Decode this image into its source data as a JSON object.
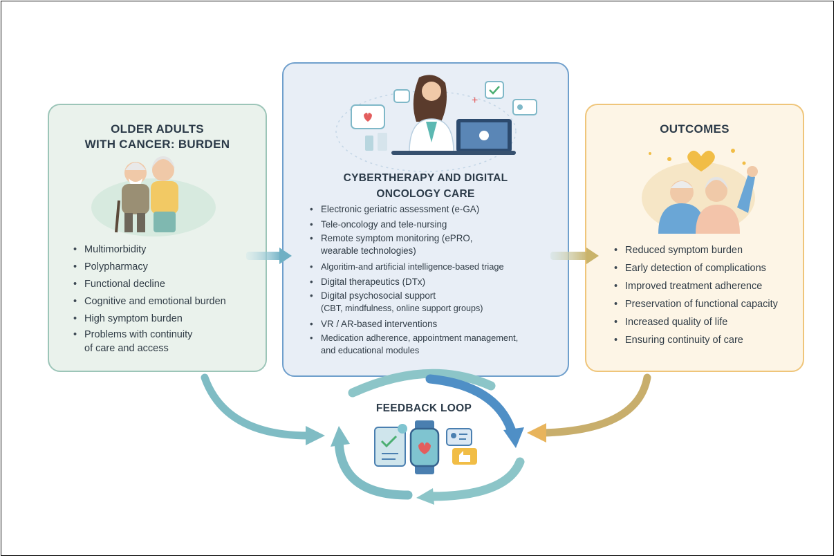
{
  "left": {
    "title_line1": "OLDER ADULTS",
    "title_line2": "WITH CANCER: BURDEN",
    "items": [
      "Multimorbidity",
      "Polypharmacy",
      "Functional decline",
      "Cognitive and emotional burden",
      "High symptom burden",
      "Problems with continuity",
      "of care and access"
    ]
  },
  "center": {
    "title_line1": "CYBERTHERAPY AND DIGITAL",
    "title_line2": "ONCOLOGY CARE",
    "items": [
      "Electronic geriatric assessment (e-GA)",
      "Tele-oncology and tele-nursing",
      "Remote symptom monitoring (ePRO,",
      "wearable technologies)",
      "Algoritim-and artificial intelligence-based triage",
      "Digital therapeutics (DTx)",
      "Digital psychosocial support",
      "(CBT, mindfulness, online support groups)",
      "VR / AR-based interventions",
      "Medication adherence, appointment management,",
      "and educational modules"
    ]
  },
  "right": {
    "title": "OUTCOMES",
    "items": [
      "Reduced symptom burden",
      "Early detection of complications",
      "Improved treatment adherence",
      "Preservation of functional capacity",
      "Increased quality of life",
      "Ensuring continuity of care"
    ]
  },
  "feedback": {
    "title": "FEEDBACK LOOP"
  },
  "colors": {
    "left_border": "#9cc5b8",
    "center_border": "#6f9fcc",
    "right_border": "#efc57a",
    "arrow_teal": "#7fbcc4",
    "arrow_gold": "#e8b45c",
    "loop_blue": "#5a9ccc"
  }
}
